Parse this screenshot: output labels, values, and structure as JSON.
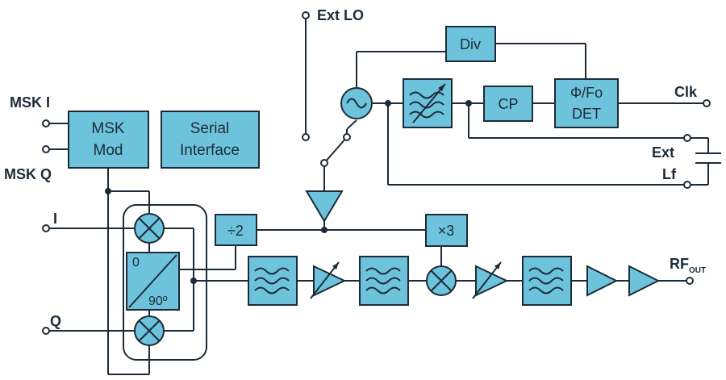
{
  "ports": {
    "msk_i": "MSK I",
    "msk_q": "MSK Q",
    "i": "I",
    "q": "Q",
    "ext_lo": "Ext LO",
    "clk": "Clk",
    "ext": "Ext",
    "lf": "Lf",
    "rf_out_main": "RF",
    "rf_out_sub": "OUT"
  },
  "blocks": {
    "msk_mod_line1": "MSK",
    "msk_mod_line2": "Mod",
    "serial_line1": "Serial",
    "serial_line2": "Interface",
    "div": "Div",
    "cp": "CP",
    "pfd_line1": "Φ/Fo",
    "pfd_line2": "DET",
    "div2": "÷2",
    "x3": "×3",
    "phase_0": "0",
    "phase_90": "90º"
  },
  "colors": {
    "block_fill": "#6ec3dc",
    "line": "#1d2b38",
    "background": "#ffffff"
  }
}
